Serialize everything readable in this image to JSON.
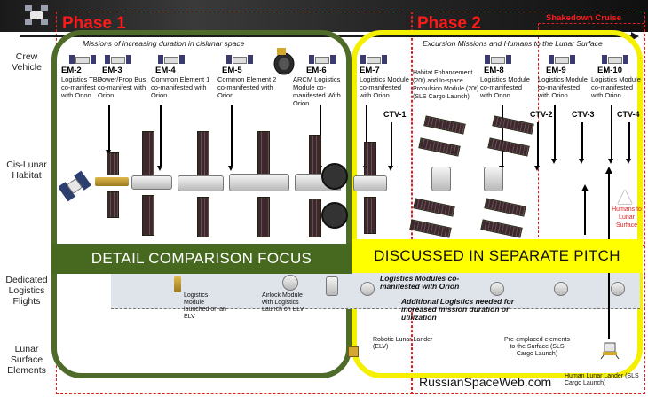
{
  "phases": {
    "phase1": "Phase 1",
    "phase2": "Phase 2",
    "shakedown": "Shakedown Cruise"
  },
  "subtitles": {
    "phase1": "Missions of increasing duration in cislunar space",
    "phase2": "Excursion Missions and Humans to the Lunar Surface"
  },
  "rows": {
    "crew_vehicle": "Crew Vehicle",
    "cislunar_habitat": "Cis-Lunar Habitat",
    "logistics_flights": "Dedicated Logistics Flights",
    "lunar_surface": "Lunar Surface Elements"
  },
  "missions": [
    {
      "id": "EM-2",
      "desc": "Logistics TBD co-manifest with Orion"
    },
    {
      "id": "EM-3",
      "desc": "Power/Prop Bus co-manifest with Orion"
    },
    {
      "id": "EM-4",
      "desc": "Common Element 1 co-manifested with Orion"
    },
    {
      "id": "EM-5",
      "desc": "Common Element 2 co-manifested with Orion"
    },
    {
      "id": "EM-6",
      "desc": "ARCM Logistics Module co-manifested With Orion"
    },
    {
      "id": "EM-7",
      "desc": "Logistics Module co-manifested with Orion"
    },
    {
      "id": "EM-8",
      "desc": "Logistics Module co-manifested with Orion"
    },
    {
      "id": "EM-9",
      "desc": "Logistics Module co-manifested with Orion"
    },
    {
      "id": "EM-10",
      "desc": "Logistics Module co-manifested with Orion"
    }
  ],
  "habitat_enhancement": "Habitat Enhancement (20t) and In-space Propulsion Module (20t) (SLS Cargo Launch)",
  "ctv": [
    "CTV-1",
    "CTV-2",
    "CTV-3",
    "CTV-4"
  ],
  "bands": {
    "green": "DETAIL COMPARISON FOCUS",
    "yellow": "DISCUSSED IN SEPARATE PITCH"
  },
  "logistics": {
    "elv_module": "Logistics Module launched on an ELV",
    "airlock": "Airlock Module with Logistics Launch on ELV",
    "comanifest": "Logistics Modules co-manifested with Orion",
    "additional": "Additional Logistics needed for increased mission duration or utilization"
  },
  "surface": {
    "robotic": "Robotic Lunar Lander (ELV)",
    "preemplaced": "Pre-emplaced elements to the Surface (SLS Cargo Launch)",
    "human_lander": "Human Lunar Lander (SLS Cargo Launch)",
    "humans": "Humans to Lunar Surface"
  },
  "watermark": "RussianSpaceWeb.com",
  "colors": {
    "phase_red": "#ff1a1a",
    "phase1_green": "#46691f",
    "phase2_yellow": "#ffff00"
  }
}
